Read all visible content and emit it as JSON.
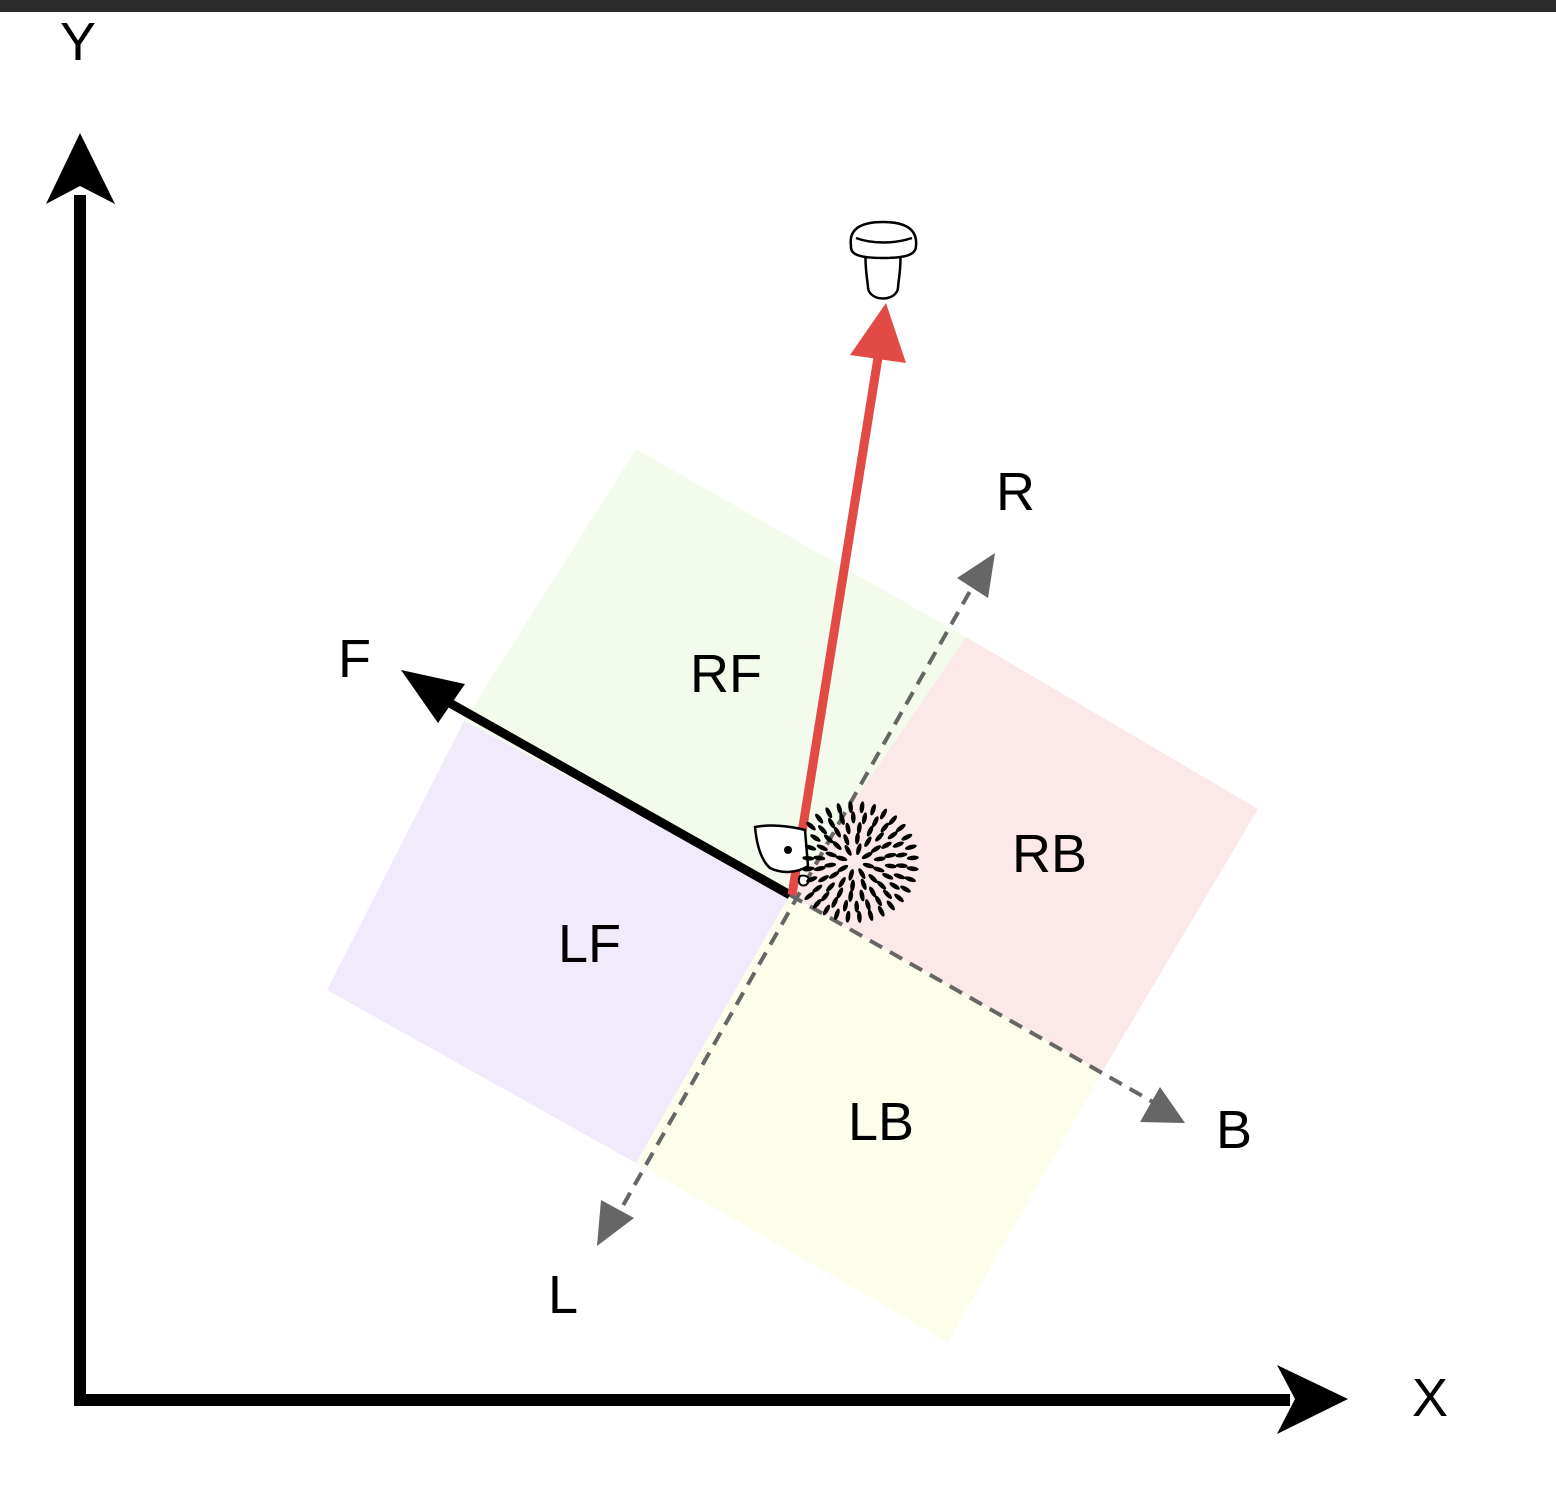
{
  "axes": {
    "x_label": "X",
    "y_label": "Y"
  },
  "directions": {
    "forward": "F",
    "backward": "B",
    "left": "L",
    "right": "R"
  },
  "quadrants": [
    {
      "id": "rf",
      "label": "RF",
      "color": "#f3fcec"
    },
    {
      "id": "rb",
      "label": "RB",
      "color": "#fbe9e9"
    },
    {
      "id": "lf",
      "label": "LF",
      "color": "#f0eafb"
    },
    {
      "id": "lb",
      "label": "LB",
      "color": "#fdfdec"
    }
  ],
  "colors": {
    "axis": "#000000",
    "forward_arrow": "#000000",
    "target_arrow": "#e24b45",
    "dashed_axes": "#666666"
  },
  "icons": {
    "agent": "hedgehog-icon",
    "target": "mushroom-icon"
  }
}
